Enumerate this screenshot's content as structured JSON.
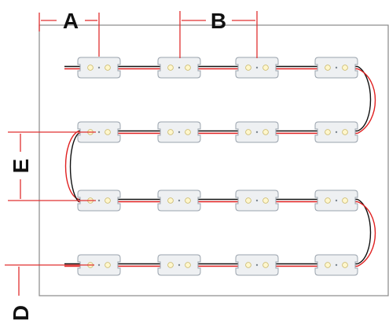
{
  "labels": {
    "a": "A",
    "b": "B",
    "d": "D",
    "e": "E"
  },
  "colors": {
    "panel_border": "#8a8a8a",
    "dimension_line": "#e03030",
    "wire_red": "#e02020",
    "wire_black": "#111111",
    "module_fill": "#eef0f2",
    "module_stroke": "#9aa3ad",
    "led": "#fff7cc"
  },
  "layout": {
    "rows": 4,
    "modules_per_row": 4
  }
}
